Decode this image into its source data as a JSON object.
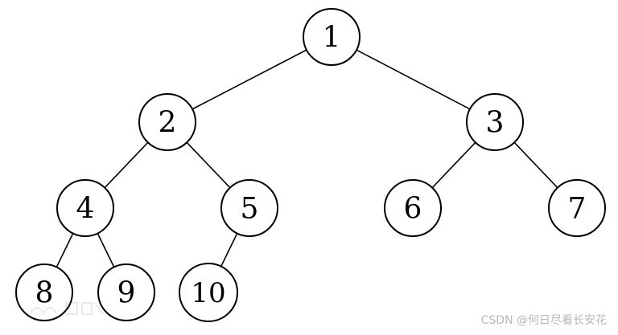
{
  "tree": {
    "nodes": [
      {
        "id": "1",
        "label": "1"
      },
      {
        "id": "2",
        "label": "2"
      },
      {
        "id": "3",
        "label": "3"
      },
      {
        "id": "4",
        "label": "4"
      },
      {
        "id": "5",
        "label": "5"
      },
      {
        "id": "6",
        "label": "6"
      },
      {
        "id": "7",
        "label": "7"
      },
      {
        "id": "8",
        "label": "8"
      },
      {
        "id": "9",
        "label": "9"
      },
      {
        "id": "10",
        "label": "10"
      }
    ],
    "edges": [
      [
        "1",
        "2"
      ],
      [
        "1",
        "3"
      ],
      [
        "2",
        "4"
      ],
      [
        "2",
        "5"
      ],
      [
        "3",
        "6"
      ],
      [
        "3",
        "7"
      ],
      [
        "4",
        "8"
      ],
      [
        "4",
        "9"
      ],
      [
        "5",
        "10"
      ]
    ]
  },
  "watermark": {
    "text": "CSDN @何日尽看长安花"
  },
  "colors": {
    "background": "#ffffff",
    "stroke": "#000000",
    "watermark": "#b8b8b8"
  }
}
